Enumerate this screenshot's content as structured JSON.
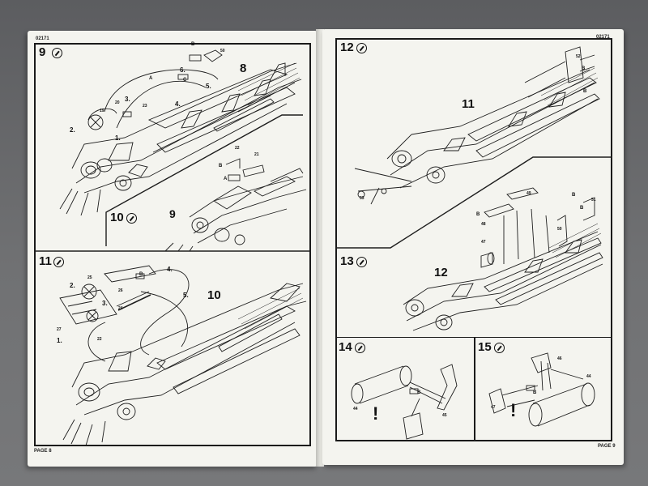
{
  "left_page": {
    "code": "02171",
    "page_label": "PAGE 8",
    "steps": [
      {
        "number": "9",
        "assembly_label": "8",
        "labels": [
          "1.",
          "2.",
          "3.",
          "4.",
          "5.",
          "6."
        ],
        "parts": [
          "19",
          "20",
          "23",
          "50"
        ],
        "letters": [
          "A",
          "B",
          "C"
        ]
      },
      {
        "number": "10",
        "assembly_label": "9",
        "parts": [
          "21",
          "22"
        ],
        "letters": [
          "A",
          "B"
        ]
      },
      {
        "number": "11",
        "assembly_label": "10",
        "labels": [
          "1.",
          "2.",
          "3.",
          "4.",
          "5."
        ],
        "parts": [
          "24",
          "25",
          "26",
          "27",
          "22"
        ],
        "letters": [
          "B"
        ]
      }
    ]
  },
  "right_page": {
    "code": "02171",
    "page_label": "PAGE 9",
    "steps": [
      {
        "number": "12",
        "assembly_label": "11",
        "parts": [
          "52",
          "53"
        ],
        "letters": [
          "B",
          "B"
        ]
      },
      {
        "number": "13",
        "assembly_label": "12",
        "parts": [
          "47",
          "48",
          "49",
          "50",
          "51"
        ],
        "letters": [
          "B",
          "B",
          "B"
        ]
      },
      {
        "number": "14",
        "parts": [
          "44",
          "45"
        ],
        "letters": [
          "B"
        ],
        "warning": "!"
      },
      {
        "number": "15",
        "parts": [
          "44",
          "46",
          "47"
        ],
        "letters": [
          "B"
        ],
        "warning": "!"
      }
    ]
  }
}
